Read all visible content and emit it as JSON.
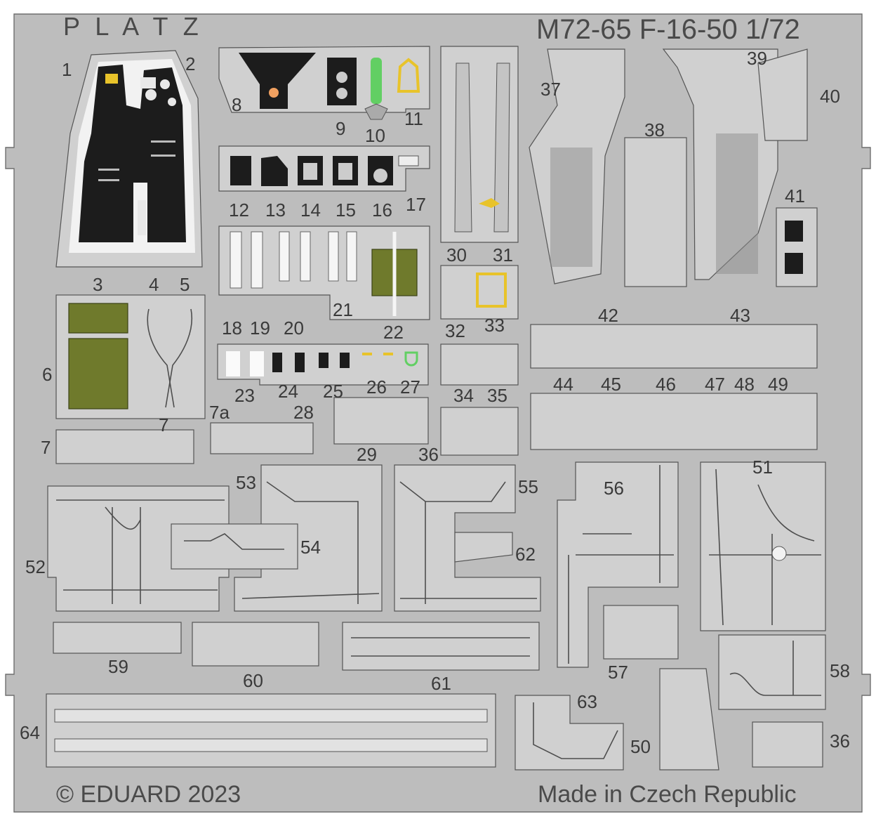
{
  "sheet": {
    "brand": "P L A T Z",
    "product_code": "M72-65 F-16-50 1/72",
    "copyright": "© EDUARD 2023",
    "origin": "Made in Czech Republic"
  },
  "part_numbers": [
    "1",
    "2",
    "3",
    "4",
    "5",
    "6",
    "7",
    "7",
    "7a",
    "8",
    "9",
    "10",
    "11",
    "12",
    "13",
    "14",
    "15",
    "16",
    "17",
    "18",
    "19",
    "20",
    "21",
    "22",
    "23",
    "24",
    "25",
    "26",
    "27",
    "28",
    "29",
    "30",
    "31",
    "32",
    "33",
    "34",
    "35",
    "36",
    "36",
    "37",
    "38",
    "39",
    "40",
    "41",
    "42",
    "43",
    "44",
    "45",
    "46",
    "47",
    "48",
    "49",
    "50",
    "51",
    "52",
    "53",
    "54",
    "55",
    "56",
    "57",
    "58",
    "59",
    "60",
    "61",
    "62",
    "63",
    "64"
  ],
  "colors": {
    "sheet_fill": "#bdbdbd",
    "sheet_outline": "#6f6f6f",
    "panel_black": "#1c1c1c",
    "seat_olive": "#6f7a2c",
    "detail_yellow": "#e8c32a",
    "detail_green": "#62cf63",
    "belt_white": "#f5f5f5"
  }
}
